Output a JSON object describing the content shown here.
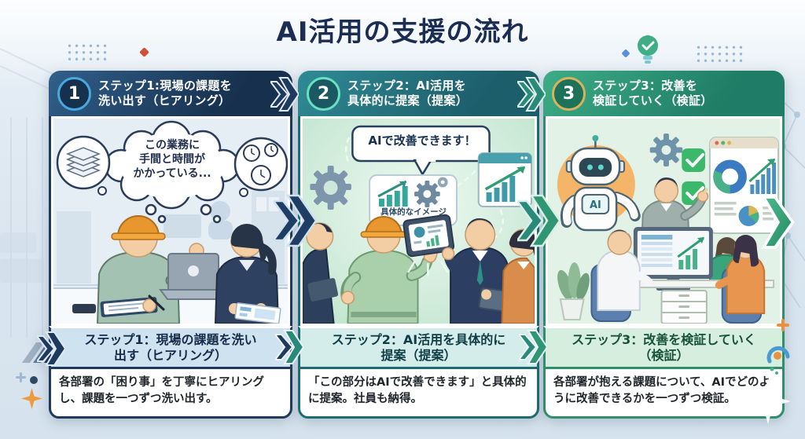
{
  "page": {
    "title": "AI活用の支援の流れ",
    "title_color": "#1b2d52"
  },
  "steps": [
    {
      "number": "1",
      "header": "ステップ1:現場の課題を\n洗い出す（ヒアリング）",
      "caption": "ステップ1：現場の課題を洗い\n出す（ヒアリング）",
      "description": "各部署の「困り事」を丁寧にヒアリングし、課題を一つずつ洗い出す。",
      "accent": "#1e3a5c",
      "number_ring": "#47a9e0",
      "caption_bg": "#cfe2ef",
      "scene": {
        "thought_text": "この業務に\n手間と時間が\nかかっている...",
        "icons": [
          "thought-bubble-icon",
          "paper-stack-icon",
          "clocks-icon",
          "hardhat-worker",
          "consultant-woman",
          "laptop-icon",
          "clipboard-icon",
          "smartphone-icon"
        ]
      }
    },
    {
      "number": "2",
      "header": "ステップ2：AI活用を\n具体的に提案（提案）",
      "caption": "ステップ2：AI活用を具体的に\n提案（提案）",
      "description": "「この部分はAIで改善できます」と具体的に提案。社員も納得。",
      "accent": "#1f6b72",
      "number_ring": "#69e0c1",
      "caption_bg": "#d4ecea",
      "scene": {
        "speech_text": "AIで改善できます！",
        "card_label": "具体的なイメージ",
        "icons": [
          "speech-bubble-icon",
          "gear-icon",
          "bar-chart-icon",
          "browser-chart-icon",
          "floating-tablet-icon",
          "hardhat-worker",
          "businessman-with-tablet",
          "colleague-man",
          "colleague-woman"
        ]
      }
    },
    {
      "number": "3",
      "header": "ステップ3：改善を\n検証していく（検証）",
      "caption": "ステップ3：改善を検証していく\n（検証）",
      "description": "各部署が抱える課題について、AIでどのように改善できるかを一つずつ検証。",
      "accent": "#2e8f6a",
      "number_ring": "#d9b35c",
      "caption_bg": "#d6eedd",
      "scene": {
        "robot_label": "AI",
        "icons": [
          "ai-robot-icon",
          "gear-icon",
          "checkmark-icon",
          "donut-chart-icon",
          "bar-chart-icon",
          "pie-chart-icon",
          "monitor-icon",
          "team-at-desk",
          "plant-icon"
        ]
      }
    }
  ],
  "arrows": {
    "step1_color": "#1e3a5c",
    "step2_color": "#2a8a7a",
    "end_arrow_color": "#2f9e72"
  },
  "decorations": {
    "icons": [
      "dot-grid",
      "lightbulb-check-icon",
      "diamond-icon",
      "sparkle-icon",
      "plus-icon",
      "stripes-icon",
      "arc-icon"
    ],
    "lightbulb_color": "#3fae86",
    "sparkle_orange": "#ef9a3e",
    "sparkle_white": "#ffffff",
    "diamond_red": "#cf4f38",
    "diamond_blue": "#5b8fd8"
  }
}
